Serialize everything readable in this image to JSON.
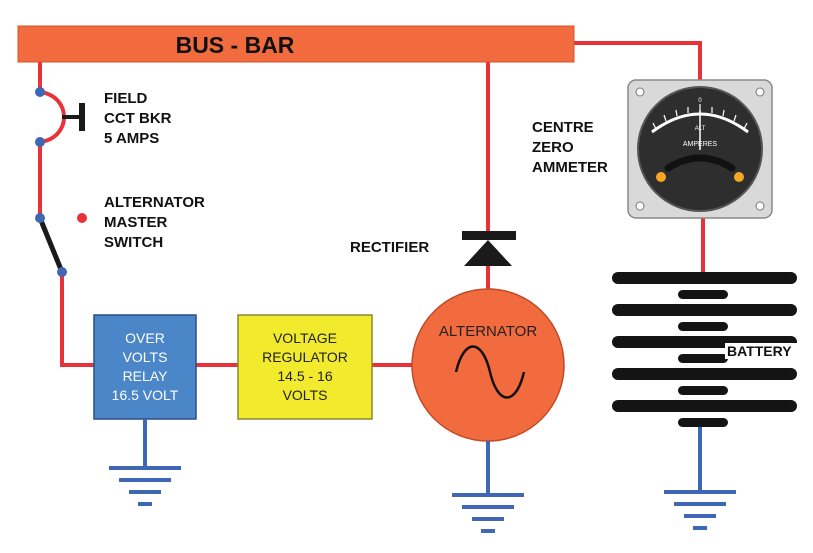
{
  "bus_bar": {
    "label": "BUS - BAR"
  },
  "field_breaker": {
    "label_lines": [
      "FIELD",
      "CCT BKR",
      "5 AMPS"
    ]
  },
  "master_switch": {
    "label_lines": [
      "ALTERNATOR",
      "MASTER",
      "SWITCH"
    ]
  },
  "over_volts_relay": {
    "label_lines": [
      "OVER",
      "VOLTS",
      "RELAY",
      "16.5 VOLT"
    ]
  },
  "voltage_regulator": {
    "label_lines": [
      "VOLTAGE",
      "REGULATOR",
      "14.5 - 16",
      "VOLTS"
    ]
  },
  "alternator": {
    "label": "ALTERNATOR"
  },
  "rectifier": {
    "label": "RECTIFIER"
  },
  "ammeter": {
    "label_lines": [
      "CENTRE",
      "ZERO",
      "AMMETER"
    ],
    "dial_text": "AMPERES",
    "dial_sub": "ALT",
    "dial_zero": "0"
  },
  "battery": {
    "label": "BATTERY"
  },
  "colors": {
    "wire": "#e8323a",
    "bus_bar": "#f26b3f",
    "relay_box": "#4a86c8",
    "regulator_box": "#f2ea2c",
    "alternator": "#f26b3f",
    "ground": "#3f67b5",
    "battery": "#141414"
  }
}
